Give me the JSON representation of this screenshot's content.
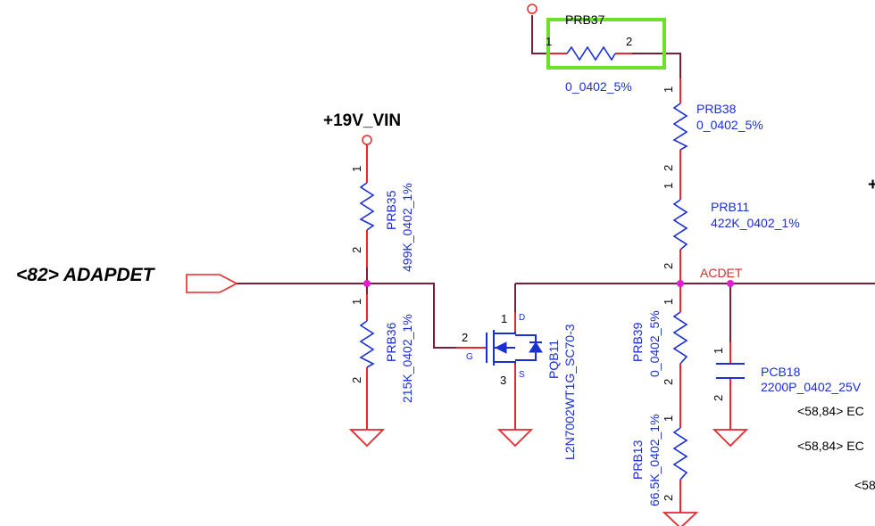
{
  "nets": {
    "vin": "+19V_VIN",
    "adapdet": "<82> ADAPDET",
    "acdet": "ACDET",
    "edge_plus": "+"
  },
  "components": {
    "prb37": {
      "ref": "PRB37",
      "value": "0_0402_5%",
      "pin1": "1",
      "pin2": "2"
    },
    "prb38": {
      "ref": "PRB38",
      "value": "0_0402_5%",
      "pin1": "1",
      "pin2": "2"
    },
    "prb11": {
      "ref": "PRB11",
      "value": "422K_0402_1%",
      "pin1": "1",
      "pin2": "2"
    },
    "prb35": {
      "ref": "PRB35",
      "value": "499K_0402_1%",
      "pin1": "1",
      "pin2": "2"
    },
    "prb36": {
      "ref": "PRB36",
      "value": "215K_0402_1%",
      "pin1": "1",
      "pin2": "2"
    },
    "prb39": {
      "ref": "PRB39",
      "value": "0_0402_5%",
      "pin1": "1",
      "pin2": "2"
    },
    "prb13": {
      "ref": "PRB13",
      "value": "66.5K_0402_1%",
      "pin1": "1",
      "pin2": "2"
    },
    "pcb18": {
      "ref": "PCB18",
      "value": "2200P_0402_25V",
      "pin1": "1",
      "pin2": "2"
    },
    "pqb11": {
      "ref": "PQB11",
      "value": "L2N7002WT1G_SC70-3",
      "pin_d_num": "1",
      "pin_g_num": "2",
      "pin_s_num": "3",
      "pin_d": "D",
      "pin_g": "G",
      "pin_s": "S"
    }
  },
  "offpage": [
    "<58,84>  EC",
    "<58,84>  EC",
    "<58"
  ],
  "colors": {
    "wire": "#7a1f3a",
    "pin": "#e8282a",
    "part": "#1a2fd6",
    "junction": "#e020d0",
    "highlight": "#6ee02a"
  }
}
